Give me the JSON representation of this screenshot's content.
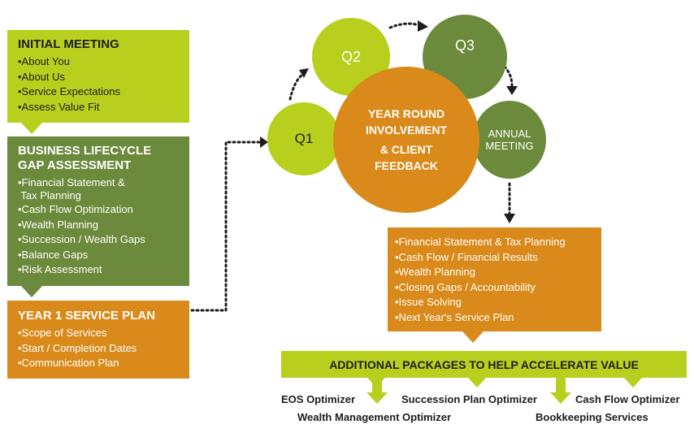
{
  "initial_meeting": {
    "title": "INITIAL MEETING",
    "items": [
      "•About You",
      "•About Us",
      "•Service Expectations",
      "•Assess Value Fit"
    ]
  },
  "gap_assessment": {
    "title_line1": "BUSINESS LIFECYCLE",
    "title_line2": "GAP ASSESSMENT",
    "items": [
      "•Financial Statement &",
      " Tax Planning",
      "•Cash Flow Optimization",
      "•Wealth Planning",
      "•Succession / Wealth Gaps",
      "•Balance Gaps",
      "•Risk Assessment"
    ]
  },
  "service_plan": {
    "title": "YEAR 1 SERVICE PLAN",
    "items": [
      "•Scope of Services",
      "•Start / Completion Dates",
      "•Communication Plan"
    ]
  },
  "cycle": {
    "q1": "Q1",
    "q2": "Q2",
    "q3": "Q3",
    "annual_line1": "ANNUAL",
    "annual_line2": "MEETING",
    "center_line1": "YEAR ROUND",
    "center_line2": "INVOLVEMENT",
    "center_line3": "& CLIENT",
    "center_line4": "FEEDBACK"
  },
  "annual_results": {
    "items": [
      "•Financial Statement & Tax Planning",
      "•Cash Flow / Financial Results",
      "•Wealth Planning",
      "•Closing Gaps / Accountability",
      "•Issue Solving",
      "•Next Year's Service Plan"
    ]
  },
  "packages": {
    "title": "ADDITIONAL PACKAGES TO HELP ACCELERATE VALUE",
    "eos": "EOS Optimizer",
    "succession": "Succession Plan Optimizer",
    "cashflow": "Cash Flow Optimizer",
    "wealth": "Wealth Management Optimizer",
    "bookkeeping": "Bookkeeping Services"
  },
  "colors": {
    "lime": "#b9cf1e",
    "olive": "#6c8a3b",
    "orange": "#d98a1a",
    "dark": "#1d1d1d"
  }
}
